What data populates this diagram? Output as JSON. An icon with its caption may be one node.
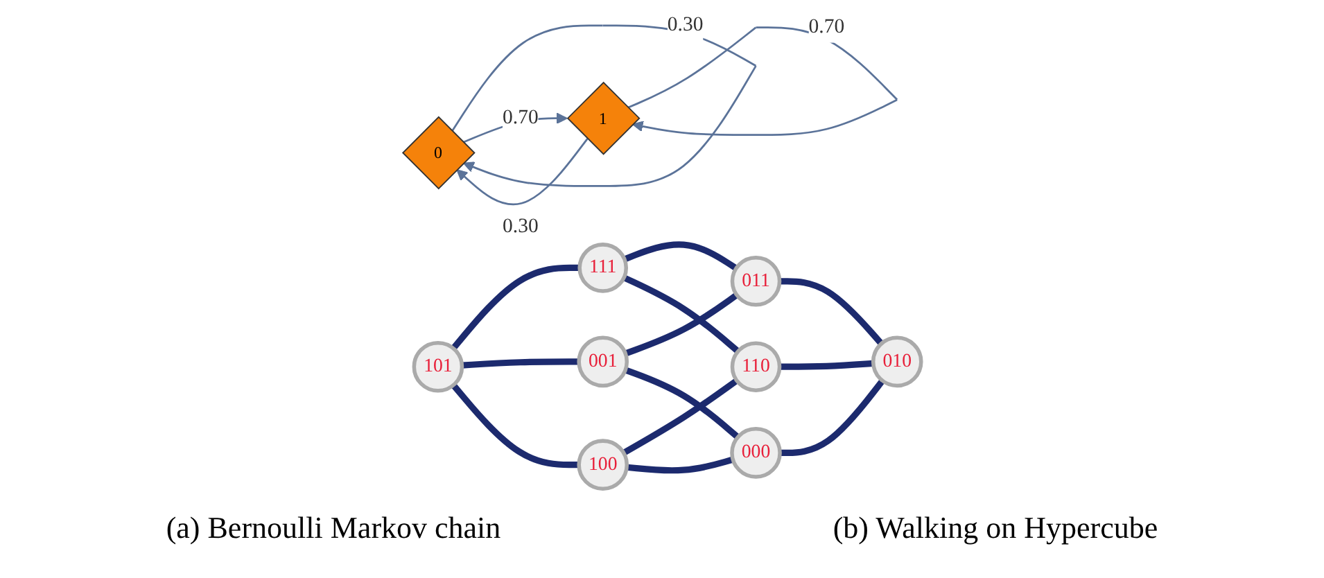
{
  "diagram": {
    "nodes": [
      {
        "text": [
          "0"
        ]
      },
      {
        "text": [
          "1"
        ]
      },
      {
        "text": [
          "101"
        ]
      },
      {
        "text": [
          "111"
        ]
      },
      {
        "text": [
          "001"
        ]
      },
      {
        "text": [
          "011"
        ]
      },
      {
        "text": [
          "100"
        ]
      },
      {
        "text": [
          "110"
        ]
      },
      {
        "text": [
          "000"
        ]
      },
      {
        "text": [
          "010"
        ]
      }
    ],
    "edges": [
      {
        "from": 0,
        "to": 0,
        "arrow": "to",
        "label": "0.30",
        "color": "#5b7399"
      },
      {
        "from": 0,
        "to": 1,
        "arrow": "to",
        "label": "0.70",
        "color": "#5b7399"
      },
      {
        "from": 1,
        "to": 0,
        "arrow": "to",
        "label": "0.30",
        "color": "#5b7399"
      },
      {
        "from": 1,
        "to": 1,
        "arrow": "to",
        "label": "0.70",
        "color": "#5b7399"
      },
      {
        "from": 2,
        "to": 3,
        "arrow": "none"
      },
      {
        "from": 2,
        "to": 4,
        "arrow": "none"
      },
      {
        "from": 3,
        "to": 5,
        "arrow": "none"
      },
      {
        "from": 4,
        "to": 5,
        "arrow": "none"
      },
      {
        "from": 2,
        "to": 6,
        "arrow": "none"
      },
      {
        "from": 3,
        "to": 7,
        "arrow": "none"
      },
      {
        "from": 4,
        "to": 8,
        "arrow": "none"
      },
      {
        "from": 5,
        "to": 9,
        "arrow": "none"
      },
      {
        "from": 6,
        "to": 7,
        "arrow": "none"
      },
      {
        "from": 6,
        "to": 8,
        "arrow": "none"
      },
      {
        "from": 7,
        "to": 9,
        "arrow": "none"
      },
      {
        "from": 8,
        "to": 9,
        "arrow": "none"
      }
    ],
    "labels": [
      "(a) Bernoulli Markov chain",
      "(b) Walking on Hypercube"
    ]
  }
}
